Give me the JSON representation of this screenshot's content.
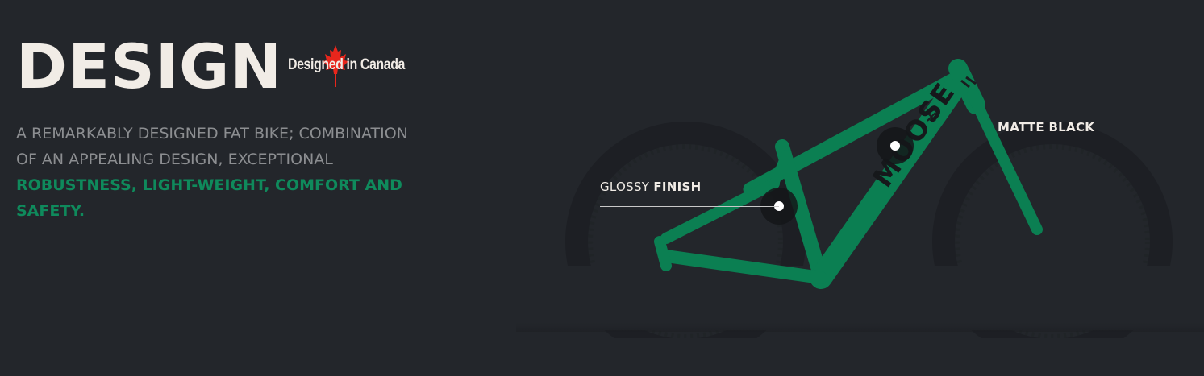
{
  "hero": {
    "title": "DESIGN",
    "badge": {
      "text_part1": "Designed in",
      "text_part2": "Canada",
      "icon": "maple-leaf-icon"
    },
    "description_lines": [
      "A REMARKABLY DESIGNED FAT BIKE; COMBINATION",
      "OF AN APPEALING DESIGN, EXCEPTIONAL"
    ],
    "highlight_lines": [
      "ROBUSTNESS, LIGHT-WEIGHT, COMFORT AND",
      "SAFETY."
    ]
  },
  "product": {
    "frame_brand": "MOOSE",
    "callouts": [
      {
        "label_regular": "GLOSSY",
        "label_bold": "FINISH"
      },
      {
        "label_bold": "MATTE BLACK"
      }
    ]
  },
  "colors": {
    "background": "#23262b",
    "title": "#f1ece6",
    "description": "#8c8e91",
    "accent_green": "#0f8a5c",
    "frame_green": "#0b7f52",
    "maple_red": "#e8261c"
  }
}
